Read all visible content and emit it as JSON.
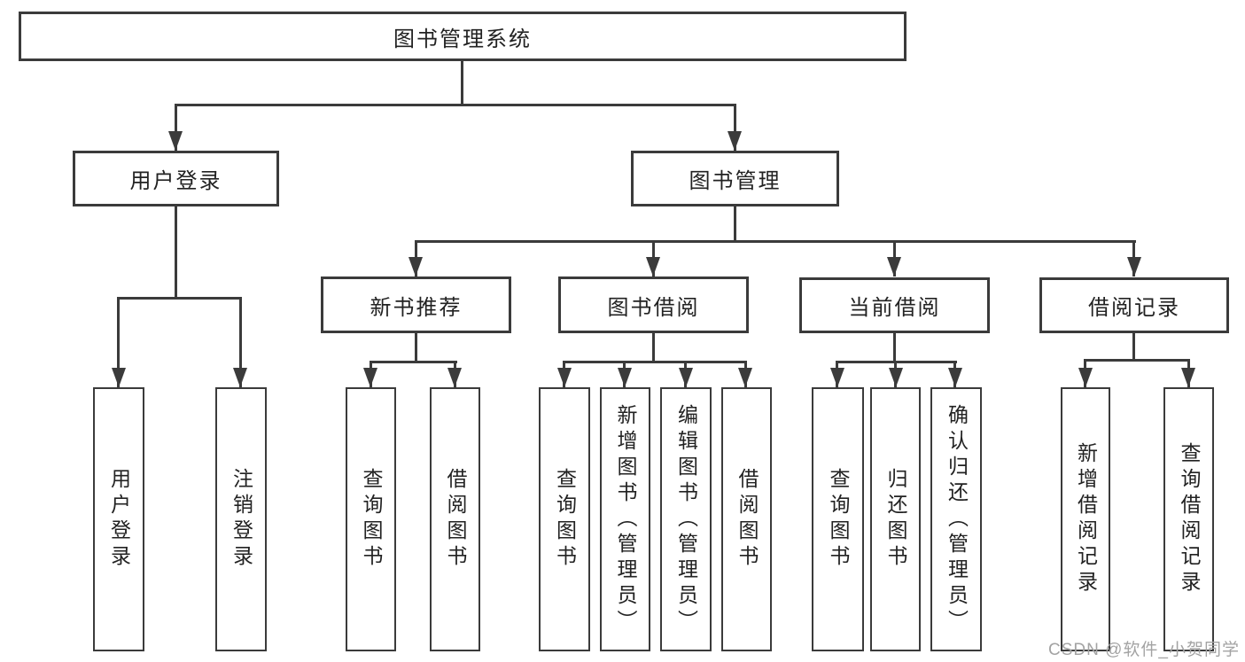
{
  "diagram_tree": {
    "label": "图书管理系统",
    "children": [
      {
        "label": "用户登录",
        "children": [
          {
            "label": "用户登录"
          },
          {
            "label": "注销登录"
          }
        ]
      },
      {
        "label": "图书管理",
        "children": [
          {
            "label": "新书推荐",
            "children": [
              {
                "label": "查询图书"
              },
              {
                "label": "借阅图书"
              }
            ]
          },
          {
            "label": "图书借阅",
            "children": [
              {
                "label": "查询图书"
              },
              {
                "label": "新增图书（管理员）"
              },
              {
                "label": "编辑图书（管理员）"
              },
              {
                "label": "借阅图书"
              }
            ]
          },
          {
            "label": "当前借阅",
            "children": [
              {
                "label": "查询图书"
              },
              {
                "label": "归还图书"
              },
              {
                "label": "确认归还（管理员）"
              }
            ]
          },
          {
            "label": "借阅记录",
            "children": [
              {
                "label": "新增借阅记录"
              },
              {
                "label": "查询借阅记录"
              }
            ]
          }
        ]
      }
    ]
  },
  "watermark": "CSDN @软件_小贺同学",
  "colors": {
    "line": "#3b3b3b",
    "text": "#222222",
    "watermark": "#a3a3a3",
    "background": "#ffffff"
  }
}
